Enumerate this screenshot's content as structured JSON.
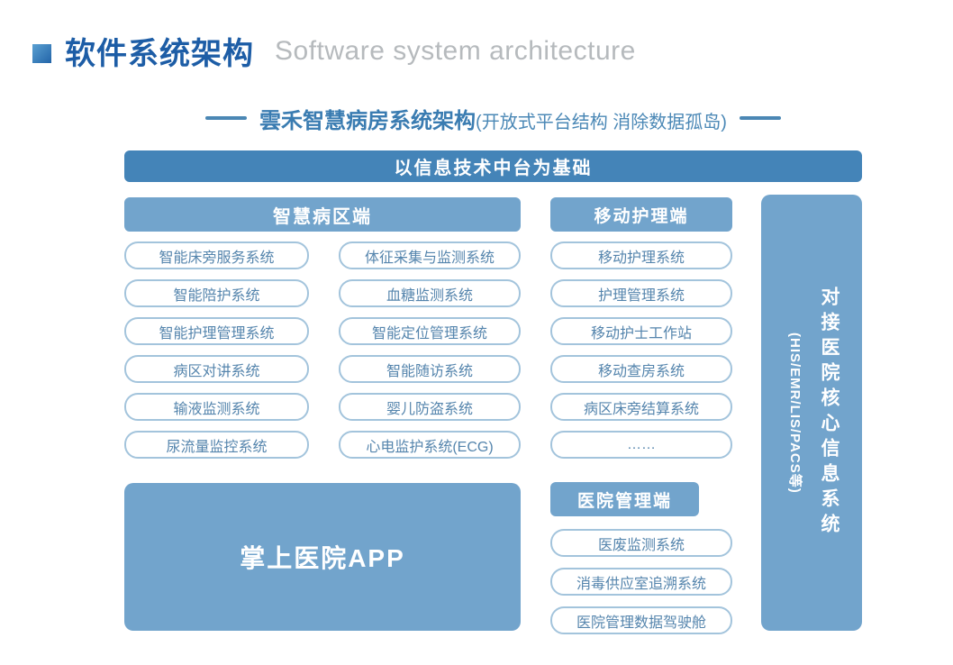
{
  "colors": {
    "title_blue": "#1d5da6",
    "title_gray": "#b6babd",
    "subtitle_blue": "#3a7cb1",
    "banner_blue": "#4484b8",
    "panel_blue": "#72a4cc",
    "box_border": "#a3c4dc",
    "box_text": "#5585ad",
    "background": "#ffffff"
  },
  "header": {
    "title_cn": "软件系统架构",
    "title_en": "Software system architecture"
  },
  "subtitle": {
    "main": "雲禾智慧病房系统架构",
    "note": "(开放式平台结构 消除数据孤岛)"
  },
  "banner": {
    "label": "以信息技术中台为基础"
  },
  "ward": {
    "header": "智慧病区端",
    "col1": [
      "智能床旁服务系统",
      "智能陪护系统",
      "智能护理管理系统",
      "病区对讲系统",
      "输液监测系统",
      "尿流量监控系统"
    ],
    "col2": [
      "体征采集与监测系统",
      "血糖监测系统",
      "智能定位管理系统",
      "智能随访系统",
      "婴儿防盗系统",
      "心电监护系统(ECG)"
    ]
  },
  "nursing": {
    "header": "移动护理端",
    "items": [
      "移动护理系统",
      "护理管理系统",
      "移动护士工作站",
      "移动查房系统",
      "病区床旁结算系统",
      "……"
    ]
  },
  "app": {
    "label": "掌上医院APP"
  },
  "management": {
    "header": "医院管理端",
    "items": [
      "医废监测系统",
      "消毒供应室追溯系统",
      "医院管理数据驾驶舱"
    ]
  },
  "integration": {
    "cn": "对接医院核心信息系统",
    "en": "(HIS/EMR/LIS/PACS等)"
  }
}
